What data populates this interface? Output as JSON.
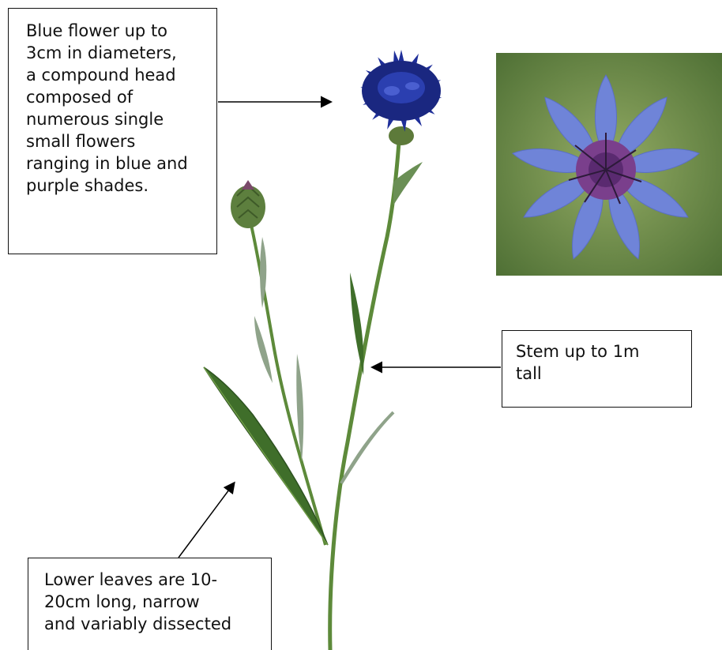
{
  "labels": {
    "flower": [
      "Blue flower up to",
      "3cm in diameters,",
      "a compound head",
      "composed of",
      "numerous single",
      "small flowers",
      "ranging in blue and",
      "purple shades."
    ],
    "stem": [
      "Stem up to 1m",
      "tall"
    ],
    "leaves": [
      "Lower leaves are 10-",
      "20cm long, narrow",
      "and variably dissected"
    ]
  },
  "colors": {
    "stem_green": "#5d8a3a",
    "leaf_green": "#3f6e2a",
    "leaf_grey": "#8fa38a",
    "flower_blue": "#1f2f9a",
    "photo_petal": "#6f84d8",
    "photo_center": "#7a3f8c",
    "photo_bg": "#7c9a4f"
  }
}
